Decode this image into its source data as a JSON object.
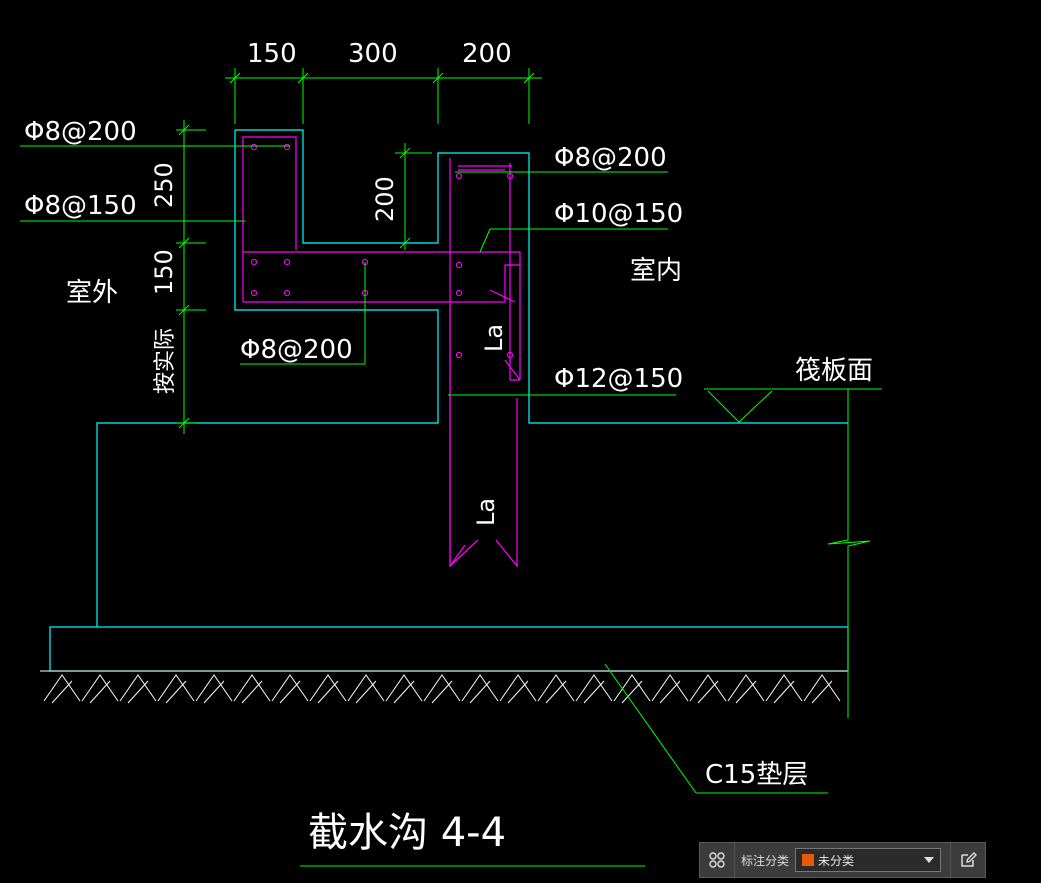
{
  "drawing": {
    "dimensions": {
      "top_1": "150",
      "top_2": "300",
      "top_3": "200",
      "left_250": "250",
      "left_150": "150",
      "left_span": "按实际",
      "inner_200": "200"
    },
    "rebar": {
      "r1": "Φ8@200",
      "r2": "Φ8@150",
      "r3": "Φ8@200",
      "r4": "Φ8@200",
      "r5": "Φ10@150",
      "r6": "Φ12@150"
    },
    "labels": {
      "outdoor": "室外",
      "indoor": "室内",
      "raft_surface": "筏板面",
      "la_upper": "La",
      "la_lower": "La",
      "cushion": "C15垫层",
      "title": "截水沟 4-4"
    },
    "colors": {
      "concrete": "#00ffff",
      "rebar": "#ff00ff",
      "dimension": "#00ff00",
      "text": "#ffffff",
      "hatch": "#ffffff"
    }
  },
  "toolbar": {
    "category_label": "标注分类",
    "selected_value": "未分类",
    "swatch_color": "#e8590c",
    "grid_icon": "grid-icon",
    "edit_icon": "edit-icon"
  }
}
